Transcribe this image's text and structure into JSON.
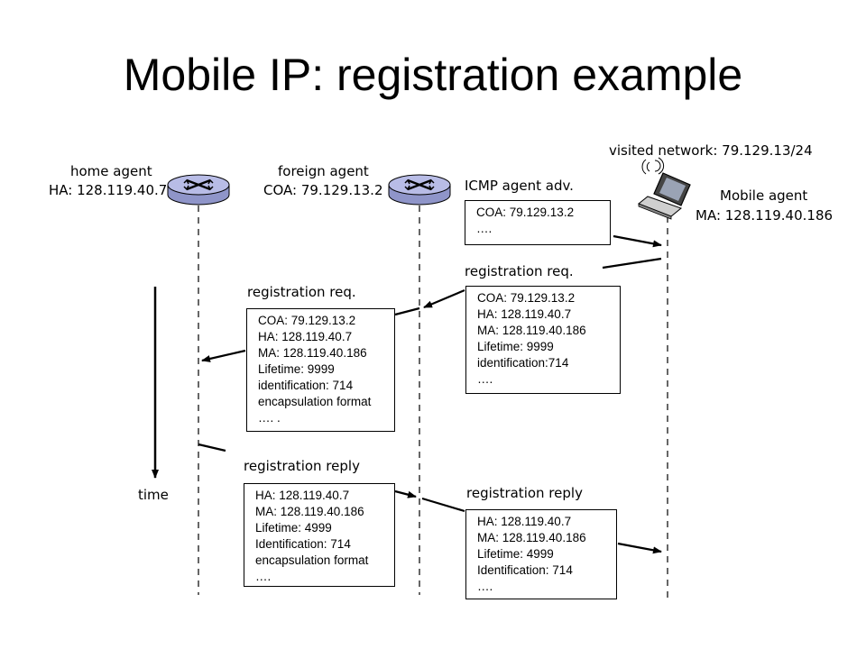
{
  "title": "Mobile IP: registration example",
  "nodes": {
    "home_agent": {
      "name": "home agent",
      "address": "HA: 128.119.40.7"
    },
    "foreign_agent": {
      "name": "foreign agent",
      "address": "COA: 79.129.13.2"
    },
    "visited_network": "visited network: 79.129.13/24",
    "mobile_agent": {
      "name": "Mobile agent",
      "address": "MA: 128.119.40.186"
    }
  },
  "time_label": "time",
  "messages": {
    "icmp_adv": {
      "label": "ICMP agent adv.",
      "lines": [
        "COA: 79.129.13.2",
        "…."
      ]
    },
    "reg_req_mobile": {
      "label": "registration req.",
      "lines": [
        "COA: 79.129.13.2",
        "HA: 128.119.40.7",
        "MA: 128.119.40.186",
        "Lifetime: 9999",
        "identification:714",
        "…."
      ]
    },
    "reg_req_foreign": {
      "label": "registration req.",
      "lines": [
        "COA: 79.129.13.2",
        "HA: 128.119.40.7",
        "MA: 128.119.40.186",
        "Lifetime: 9999",
        "identification: 714",
        "encapsulation format",
        "…. ."
      ]
    },
    "reg_reply_home": {
      "label": "registration reply",
      "lines": [
        "HA: 128.119.40.7",
        "MA: 128.119.40.186",
        "Lifetime: 4999",
        "Identification: 714",
        "encapsulation format",
        "…."
      ]
    },
    "reg_reply_foreign": {
      "label": "registration reply",
      "lines": [
        "HA: 128.119.40.7",
        "MA: 128.119.40.186",
        "Lifetime: 4999",
        "Identification: 714",
        "…."
      ]
    }
  }
}
